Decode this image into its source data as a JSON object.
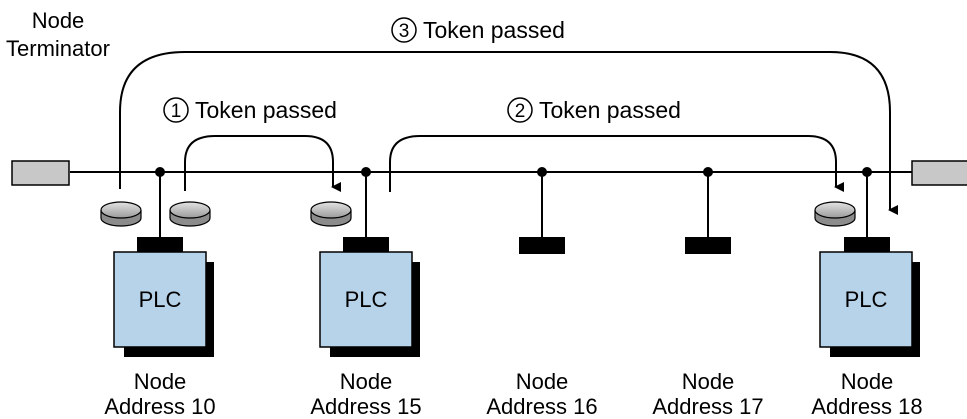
{
  "terminator_label_line1": "Node",
  "terminator_label_line2": "Terminator",
  "plc_label": "PLC",
  "tokens": [
    {
      "step": "1",
      "text": "Token passed"
    },
    {
      "step": "2",
      "text": "Token passed"
    },
    {
      "step": "3",
      "text": "Token passed"
    }
  ],
  "nodes": [
    {
      "line1": "Node",
      "line2": "Address 10"
    },
    {
      "line1": "Node",
      "line2": "Address 15"
    },
    {
      "line1": "Node",
      "line2": "Address 16"
    },
    {
      "line1": "Node",
      "line2": "Address 17"
    },
    {
      "line1": "Node",
      "line2": "Address 18"
    }
  ],
  "colors": {
    "plc_fill": "#b7d3ea",
    "terminator_fill": "#c8c8c8",
    "token_fill": "#c8c8c8",
    "line": "#000000"
  }
}
